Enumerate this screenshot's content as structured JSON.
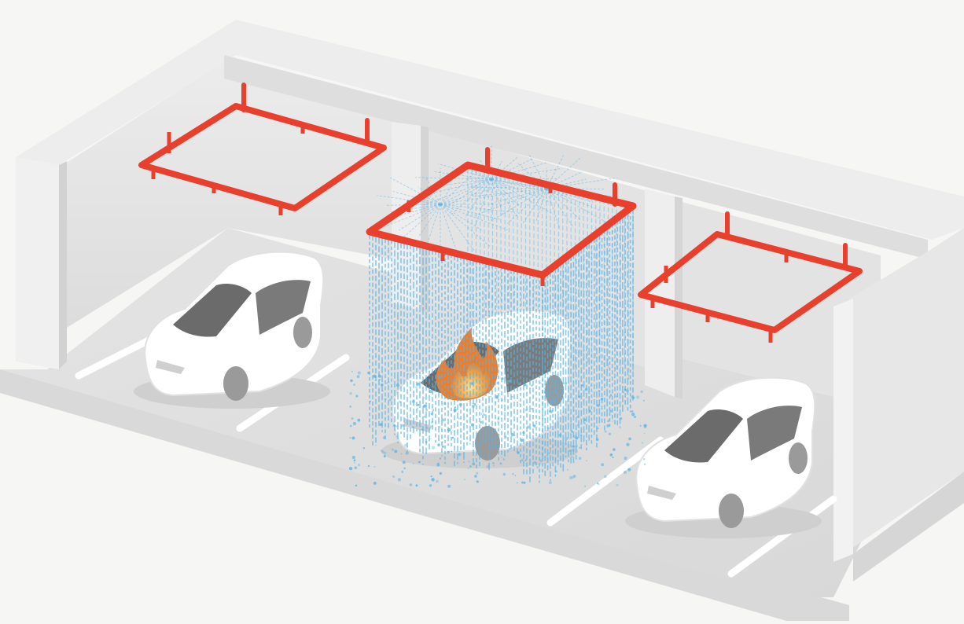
{
  "colors": {
    "background": "#f6f6f4",
    "structure_top": "#ececec",
    "structure_light": "#f2f2f2",
    "structure_mid": "#e2e2e2",
    "structure_shadow": "#d4d4d4",
    "wall_back": "#e6e6e6",
    "floor": "#dedede",
    "parking_lines": "#ffffff",
    "pipe": "#e8402c",
    "pipe_highlight": "#ff7a5c",
    "water_spray": "#5ab4e6",
    "flame_outer": "#f08a2a",
    "flame_inner": "#fbc16a",
    "car_body": "#ffffff",
    "car_shadow": "#cfcfcf",
    "car_glass": "#6b6b6b",
    "tire": "#9a9a9a"
  },
  "scene": {
    "parking_bays": 3,
    "sprinkler_loops": 3,
    "active_loop": "center",
    "fire_location": "center-car-hood",
    "icons": {
      "sprinkler_loop": "sprinkler-pipe-loop-icon",
      "water_curtain": "water-curtain-icon",
      "fire": "fire-icon",
      "car": "car-icon"
    }
  }
}
